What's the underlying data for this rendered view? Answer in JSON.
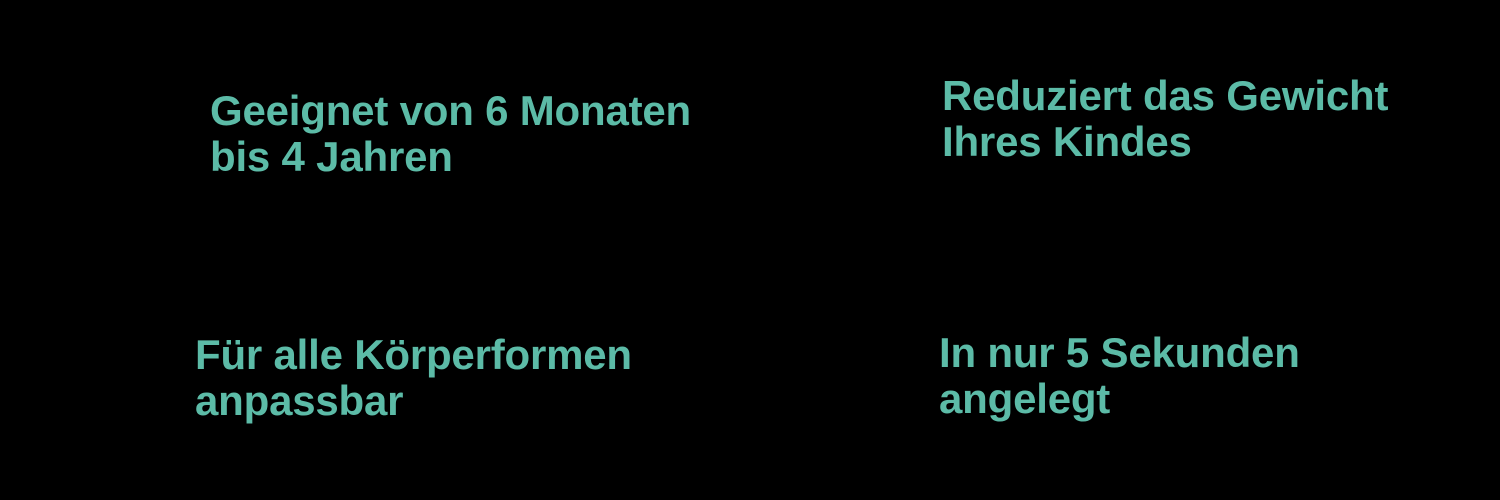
{
  "theme": {
    "background_color": "#000000",
    "accent_color": "#5cbba7"
  },
  "features": [
    {
      "id": "age-range",
      "text": "Geeignet von 6 Monaten\nbis 4 Jahren",
      "line_1": "Geeignet von 6 Monaten",
      "line_2": "bis 4 Jahren",
      "position": "top-left"
    },
    {
      "id": "weight-reduction",
      "text": "Reduziert das Gewicht\nIhres Kindes",
      "line_1": "Reduziert das Gewicht",
      "line_2": "Ihres Kindes",
      "position": "top-right"
    },
    {
      "id": "body-shapes",
      "text": "Für alle Körperformen\nanpassbar",
      "line_1": "Für alle Körperformen",
      "line_2": "anpassbar",
      "position": "bottom-left"
    },
    {
      "id": "setup-speed",
      "text": "In nur 5 Sekunden\nangelegt",
      "line_1": "In nur 5 Sekunden",
      "line_2": "angelegt",
      "position": "bottom-right"
    }
  ]
}
